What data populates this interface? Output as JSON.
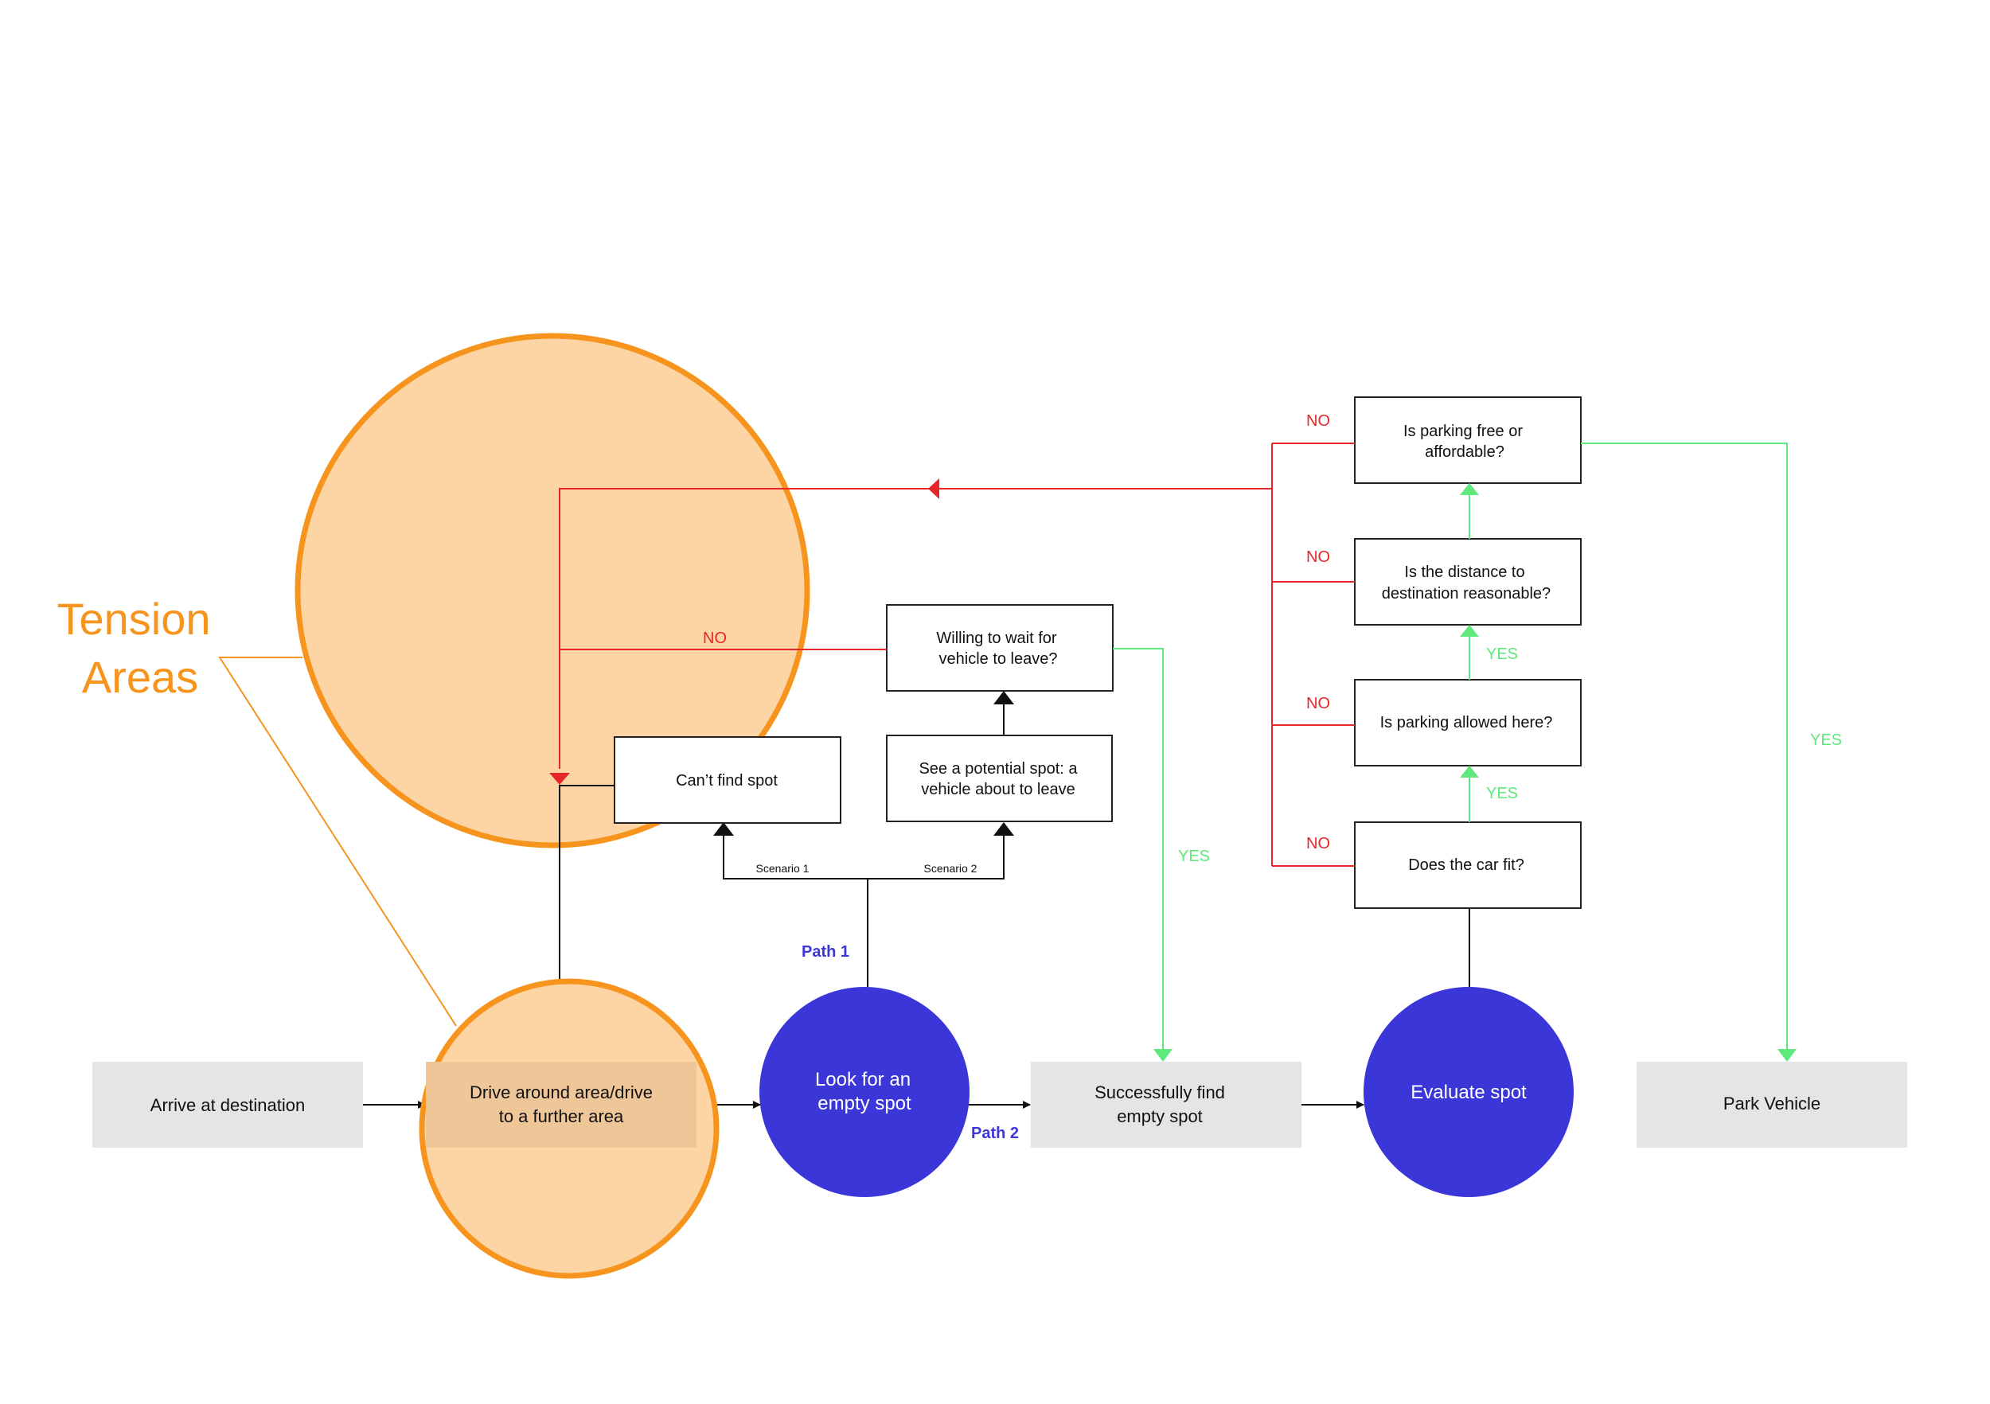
{
  "colors": {
    "process_fill": "#e5e5e5",
    "decision_stroke": "#222222",
    "circle_fill": "#3a36d8",
    "tension_fill": "#fdd5a4",
    "tension_stroke": "#f7941d",
    "no_line": "#e8262a",
    "yes_line": "#5fe87b",
    "flow_line": "#111111"
  },
  "main_flow": {
    "arrive": "Arrive at destination",
    "drive_around": [
      "Drive around area/drive",
      "to a further area"
    ],
    "look_spot": [
      "Look for an",
      "empty spot"
    ],
    "successfully_find": [
      "Successfully find",
      "empty spot"
    ],
    "evaluate_spot": "Evaluate spot",
    "park_vehicle": "Park Vehicle"
  },
  "scenarios": {
    "cant_find": "Can’t find spot",
    "potential_spot": [
      "See a potential spot: a",
      "vehicle about to leave"
    ],
    "willing_wait": [
      "Willing to wait for",
      "vehicle to leave?"
    ],
    "scenario_1": "Scenario 1",
    "scenario_2": "Scenario 2"
  },
  "decisions": {
    "car_fit": "Does the car fit?",
    "parking_allowed": "Is parking allowed here?",
    "distance": [
      "Is the distance to",
      "destination reasonable?"
    ],
    "free_affordable": [
      "Is parking free or",
      "affordable?"
    ]
  },
  "labels": {
    "no": "NO",
    "yes": "YES",
    "path_1": "Path 1",
    "path_2": "Path 2",
    "tension": [
      "Tension",
      "Areas"
    ]
  }
}
